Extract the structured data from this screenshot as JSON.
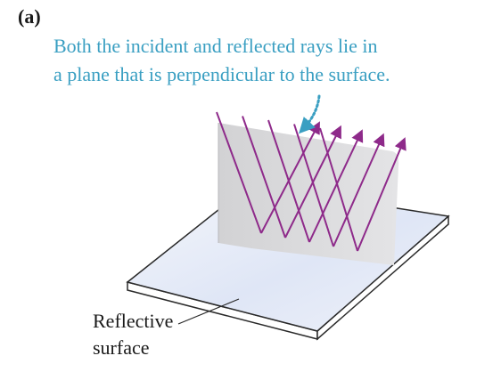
{
  "panel_label": "(a)",
  "caption": {
    "line1": "Both the incident and reflected rays lie in",
    "line2": "a plane that is perpendicular to the surface.",
    "color": "#3a9fc2"
  },
  "surface_label": {
    "line1": "Reflective",
    "line2": "surface"
  },
  "colors": {
    "ray": "#8e2a8a",
    "plane": "#d9d9da",
    "surface_top": "#e8edf8",
    "surface_edge": "#2a2a2a",
    "pointer": "#3a9fc2"
  },
  "ray_count": 5
}
